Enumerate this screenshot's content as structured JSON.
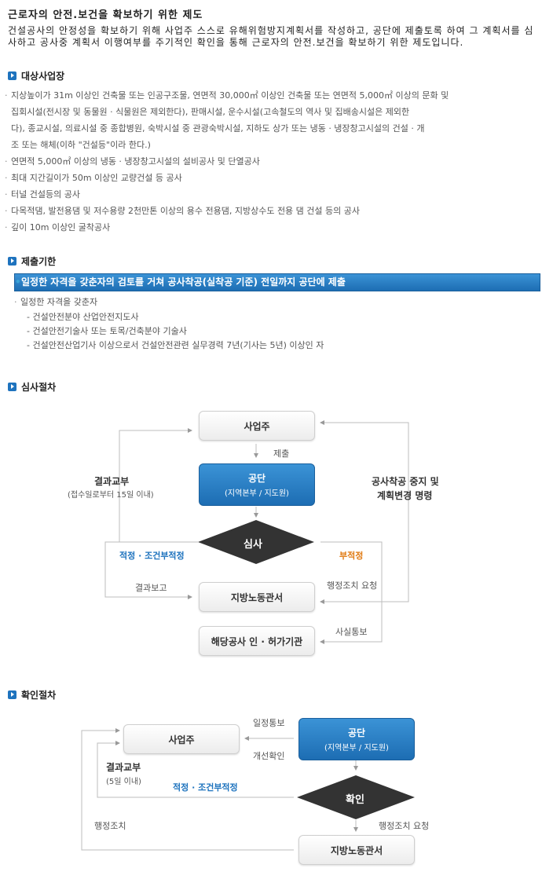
{
  "title": "근로자의 안전.보건을 확보하기 위한 제도",
  "intro": "건설공사의 안정성을 확보하기 위해 사업주 스스로 유해위험방지계획서를 작성하고, 공단에 제출토록 하여 그 계획서를 심사하고 공사중 계획서 이행여부를 주기적인 확인을 통해 근로자의 안전.보건을 확보하기 위한 제도입니다.",
  "sections": {
    "targets": {
      "heading": "대상사업장",
      "items": [
        "지상높이가 31m 이상인 건축물 또는 인공구조물, 연면적 30,000㎡ 이상인 건축물 또는 연면적 5,000㎡ 이상의 문화 및",
        "집회시설(전시장 및 동물원 · 식물원은 제외한다), 판매시설, 운수시설(고속철도의 역사 및 집배송시설은 제외한",
        "다), 종교시설, 의료시설 중 종합병원, 숙박시설 중 관광숙박시설, 지하도 상가 또는 냉동 · 냉장창고시설의 건설 · 개",
        "조 또는 해체(이하 \"건설등\"이라 한다.)",
        "연면적 5,000㎡ 이상의 냉동 · 냉장창고시설의 설비공사 및 단열공사",
        "최대 지간길이가 50m 이상인 교량건설 등 공사",
        "터널 건설등의 공사",
        "다목적댐, 발전용댐 및 저수용량 2천만톤 이상의 용수 전용댐, 지방상수도 전용 댐 건설 등의 공사",
        "깊이 10m 이상인 굴착공사"
      ]
    },
    "deadline": {
      "heading": "제출기한",
      "item1": "일정한 자격을 갖춘자의 검토를 거쳐 공사착공(실착공 기준) 전일까지 공단에 제출",
      "item2": "일정한 자격을 갖춘자",
      "subs": [
        "- 건설안전분야 산업안전지도사",
        "- 건설안전기술사 또는 토목/건축분야 기술사",
        "- 건설안전산업기사 이상으로서 건설안전관련 실무경력 7년(기사는 5년) 이상인 자"
      ]
    },
    "review": {
      "heading": "심사절차",
      "employer": "사업주",
      "submit": "제출",
      "agency": "공단",
      "agency_sub": "(지역본부 / 지도원)",
      "review": "심사",
      "result_issue": "결과교부",
      "result_issue_sub": "(접수일로부터 15일 이내)",
      "stop_order": "공사착공 중지 및",
      "plan_change": "계획변경 명령",
      "ok": "적정 · 조건부적정",
      "fail": "부적정",
      "result_report": "결과보고",
      "admin_request": "행정조치 요청",
      "labor_office": "지방노동관서",
      "fact_notice": "사실통보",
      "permit_agency": "해당공사 인 · 허가기관"
    },
    "confirm": {
      "heading": "확인절차",
      "schedule": "일정통보",
      "employer": "사업주",
      "agency": "공단",
      "agency_sub": "(지역본부 / 지도원)",
      "improve": "개선확인",
      "result_issue": "결과교부",
      "result_issue_sub": "(5일 이내)",
      "ok": "적정 · 조건부적정",
      "confirm": "확인",
      "admin_action": "행정조치",
      "admin_request": "행정조치 요청",
      "labor_office": "지방노동관서"
    }
  }
}
